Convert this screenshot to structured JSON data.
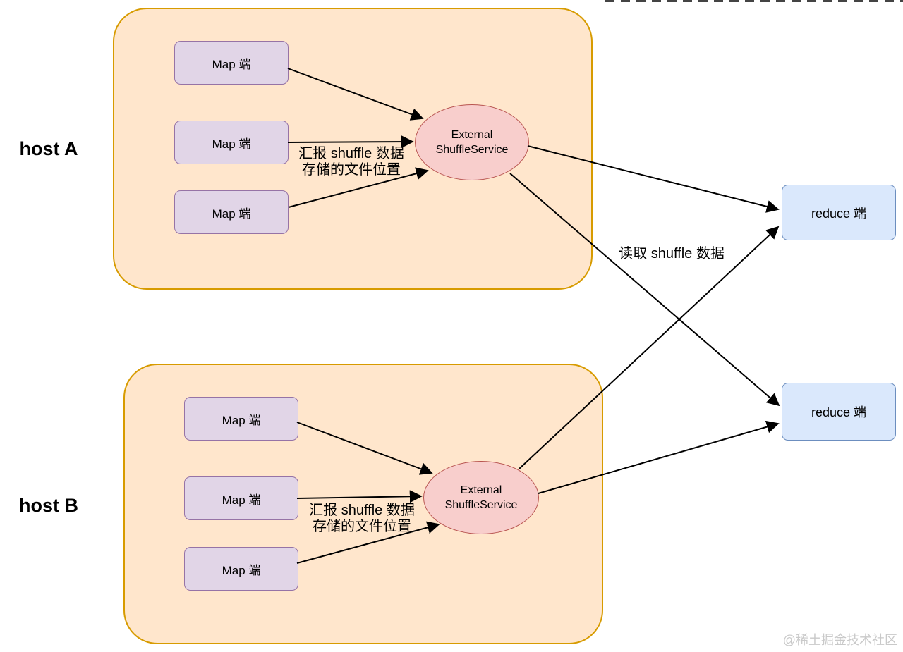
{
  "hosts": [
    {
      "label": "host A",
      "map_nodes": [
        "Map 端",
        "Map 端",
        "Map 端"
      ],
      "shuffle_service": {
        "line1": "External",
        "line2": "ShuffleService"
      },
      "report_note": {
        "line1": "汇报 shuffle 数据",
        "line2": "存储的文件位置"
      }
    },
    {
      "label": "host B",
      "map_nodes": [
        "Map 端",
        "Map 端",
        "Map 端"
      ],
      "shuffle_service": {
        "line1": "External",
        "line2": "ShuffleService"
      },
      "report_note": {
        "line1": "汇报 shuffle 数据",
        "line2": "存储的文件位置"
      }
    }
  ],
  "reduce_nodes": [
    "reduce 端",
    "reduce 端"
  ],
  "edge_labels": {
    "read": "读取 shuffle 数据"
  },
  "watermark": "@稀土掘金技术社区",
  "colors": {
    "host_fill": "#ffe6cc",
    "host_border": "#d79b00",
    "map_fill": "#e1d5e7",
    "map_border": "#9673a6",
    "service_fill": "#f8cecc",
    "service_border": "#b85450",
    "reduce_fill": "#dae8fc",
    "reduce_border": "#6c8ebf",
    "arrow": "#000000"
  }
}
